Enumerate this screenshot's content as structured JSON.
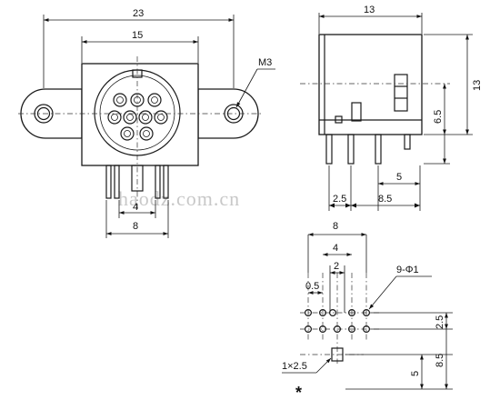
{
  "front_view": {
    "dim_overall": "23",
    "dim_mount": "15",
    "thread_label": "M3",
    "dim_pin_offset": "4",
    "dim_pin_span": "8"
  },
  "side_view": {
    "dim_depth": "13",
    "dim_height": "13",
    "dim_upper": "6.5",
    "dim_lead": "5",
    "dim_pitch_a": "2.5",
    "dim_pitch_b": "8.5"
  },
  "footprint": {
    "dim_width": "8",
    "dim_inner": "4",
    "dim_centre": "2",
    "dim_offset": "0.5",
    "hole_callout": "9-Φ1",
    "dim_row": "2.5",
    "slot_callout": "1×2.5",
    "dim_to_slot": "5",
    "dim_to_ref": "8.5",
    "ref_mark": "*"
  },
  "watermark": "haodz.com.cn"
}
